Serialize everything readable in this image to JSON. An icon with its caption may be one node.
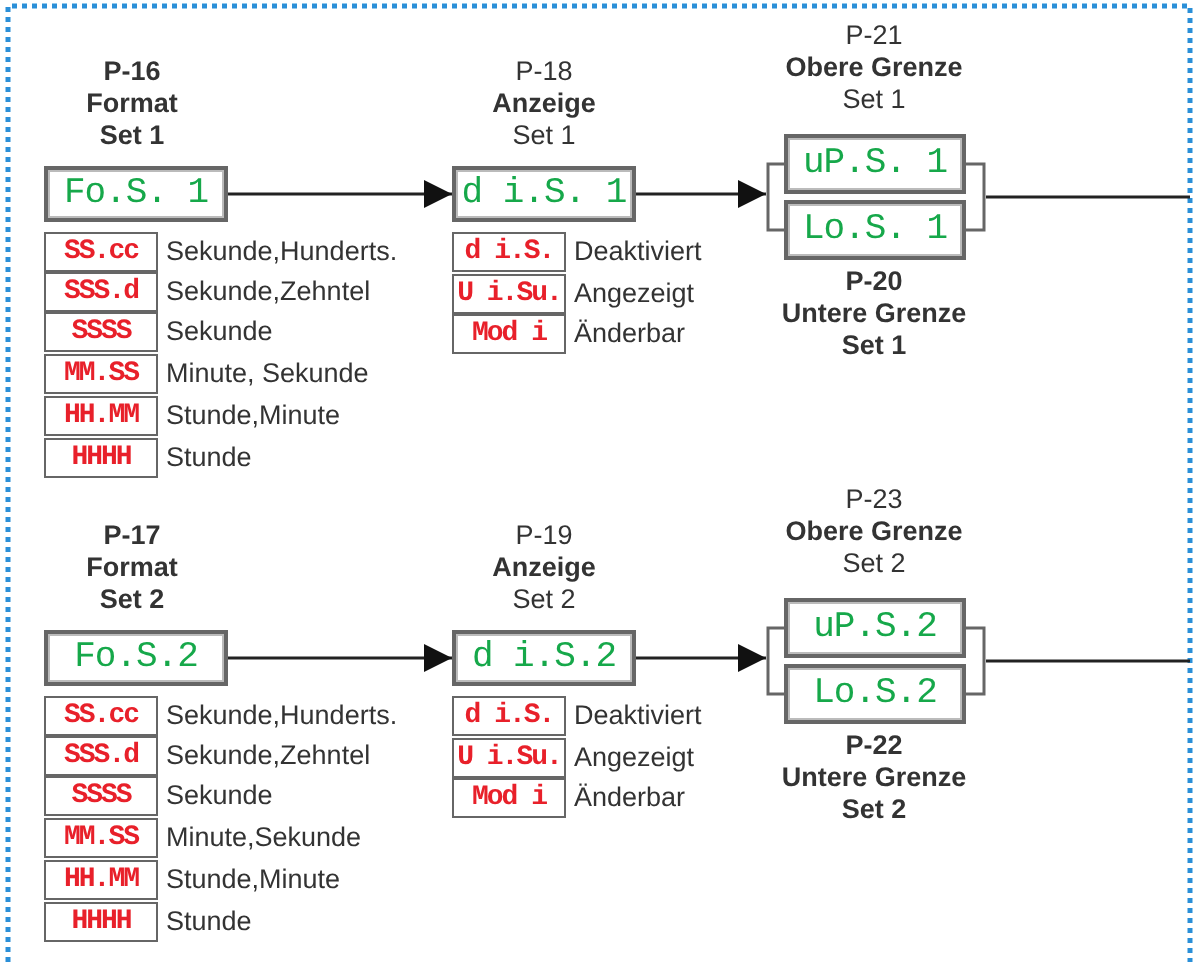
{
  "diagram": {
    "nodes": [
      {
        "text": [
          "Fo.S. 1"
        ],
        "beside": [
          "P-16",
          "Format",
          "Set 1"
        ]
      },
      {
        "text": [
          "SS.cc"
        ],
        "beside": [
          "Sekunde,Hunderts."
        ]
      },
      {
        "text": [
          "SSS.d"
        ],
        "beside": [
          "Sekunde,Zehntel"
        ]
      },
      {
        "text": [
          "SSSS"
        ],
        "beside": [
          "Sekunde"
        ]
      },
      {
        "text": [
          "MM.SS"
        ],
        "beside": [
          "Minute, Sekunde"
        ]
      },
      {
        "text": [
          "HH.MM"
        ],
        "beside": [
          "Stunde,Minute"
        ]
      },
      {
        "text": [
          "HHHH"
        ],
        "beside": [
          "Stunde"
        ]
      },
      {
        "text": [
          "d i.S. 1"
        ],
        "beside": [
          "P-18",
          "Anzeige",
          "Set 1"
        ]
      },
      {
        "text": [
          "d i.S."
        ],
        "beside": [
          "Deaktiviert"
        ]
      },
      {
        "text": [
          "U i.Su."
        ],
        "beside": [
          "Angezeigt"
        ]
      },
      {
        "text": [
          "Mod i"
        ],
        "beside": [
          "Änderbar"
        ]
      },
      {
        "text": [],
        "shape": "box"
      },
      {
        "text": [
          "uP.S. 1"
        ],
        "beside": [
          "P-21",
          "Obere Grenze",
          "Set 1"
        ]
      },
      {
        "text": [
          "Lo.S. 1"
        ],
        "beside": [
          "P-20",
          "Untere Grenze",
          "Set 1"
        ]
      },
      {
        "text": [
          "Fo.S.2"
        ],
        "beside": [
          "P-17",
          "Format",
          "Set 2"
        ]
      },
      {
        "text": [
          "SS.cc"
        ],
        "beside": [
          "Sekunde,Hunderts."
        ]
      },
      {
        "text": [
          "SSS.d"
        ],
        "beside": [
          "Sekunde,Zehntel"
        ]
      },
      {
        "text": [
          "SSSS"
        ],
        "beside": [
          "Sekunde"
        ]
      },
      {
        "text": [
          "MM.SS"
        ],
        "beside": [
          "Minute,Sekunde"
        ]
      },
      {
        "text": [
          "HH.MM"
        ],
        "beside": [
          "Stunde,Minute"
        ]
      },
      {
        "text": [
          "HHHH"
        ],
        "beside": [
          "Stunde"
        ]
      },
      {
        "text": [
          "d i.S.2"
        ],
        "beside": [
          "P-19",
          "Anzeige",
          "Set 2"
        ]
      },
      {
        "text": [
          "d i.S."
        ],
        "beside": [
          "Deaktiviert"
        ]
      },
      {
        "text": [
          "U i.Su."
        ],
        "beside": [
          "Angezeigt"
        ]
      },
      {
        "text": [
          "Mod i"
        ],
        "beside": [
          "Änderbar"
        ]
      },
      {
        "text": [],
        "shape": "box"
      },
      {
        "text": [
          "uP.S.2"
        ],
        "beside": [
          "P-23",
          "Obere Grenze",
          "Set 2"
        ]
      },
      {
        "text": [
          "Lo.S.2"
        ],
        "beside": [
          "P-22",
          "Untere Grenze",
          "Set 2"
        ]
      }
    ],
    "edges": [
      {
        "from": 0,
        "to": 7,
        "arrow": "to"
      },
      {
        "from": 7,
        "to": 11,
        "arrow": "to"
      },
      {
        "from": 11,
        "to": null,
        "arrow": "none"
      },
      {
        "from": 14,
        "to": 21,
        "arrow": "to"
      },
      {
        "from": 21,
        "to": 25,
        "arrow": "to"
      },
      {
        "from": 25,
        "to": null,
        "arrow": "none"
      }
    ]
  }
}
